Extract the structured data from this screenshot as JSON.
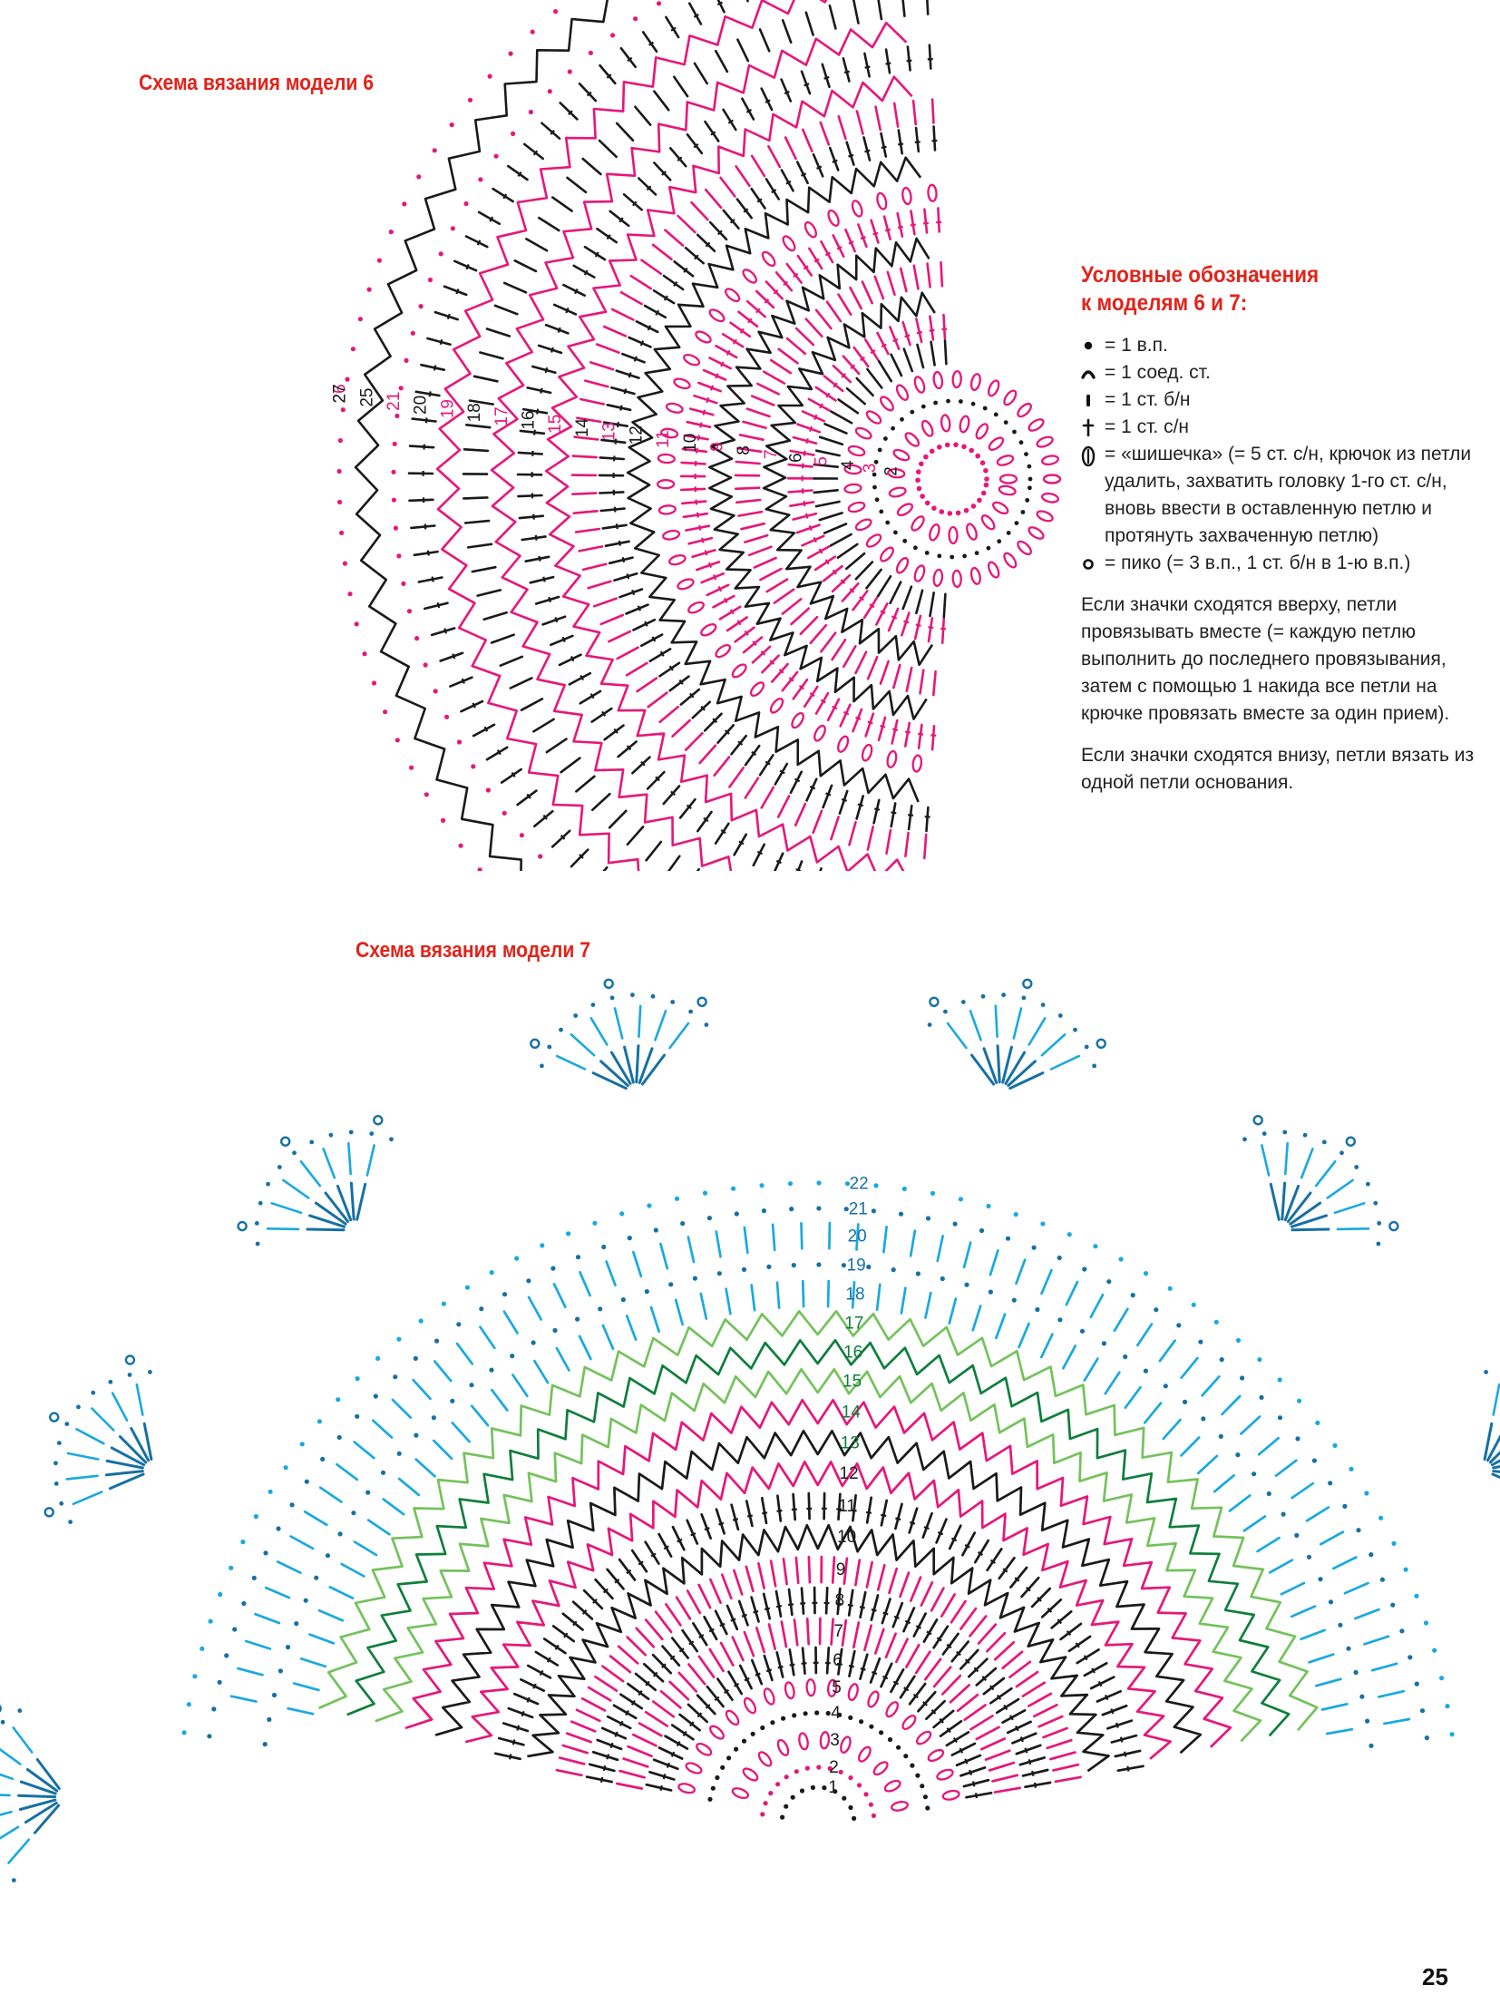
{
  "chart6": {
    "title": "Схема вязания модели 6",
    "row_labels": [
      "2",
      "3",
      "4",
      "5",
      "6",
      "7",
      "8",
      "9",
      "10",
      "11",
      "12",
      "13",
      "14",
      "15",
      "16",
      "17",
      "18",
      "19",
      "20",
      "21",
      "25",
      "26",
      "27"
    ]
  },
  "chart7": {
    "title": "Схема вязания модели 7",
    "row_labels": [
      "1",
      "2",
      "3",
      "4",
      "5",
      "6",
      "7",
      "8",
      "9",
      "10",
      "11",
      "12",
      "13",
      "14",
      "15",
      "16",
      "17",
      "18",
      "19",
      "20",
      "21",
      "22"
    ]
  },
  "legend": {
    "heading_line1": "Условные обозначения",
    "heading_line2": "к моделям 6 и 7:",
    "items": [
      {
        "icon": "chain-stitch-icon",
        "text": "= 1 в.п."
      },
      {
        "icon": "slip-stitch-icon",
        "text": "= 1 соед. ст."
      },
      {
        "icon": "single-crochet-icon",
        "text": "= 1 ст. б/н"
      },
      {
        "icon": "double-crochet-icon",
        "text": "= 1 ст. с/н"
      },
      {
        "icon": "bobble-icon",
        "text": "= «шишечка» (= 5 ст. с/н, крючок из петли удалить, захватить головку 1-го ст. с/н, вновь ввести в оставленную петлю и протянуть захваченную петлю)"
      },
      {
        "icon": "picot-icon",
        "text": "= пико (= 3 в.п., 1 ст. б/н в 1-ю в.п.)"
      }
    ],
    "note1": "Если значки сходятся вверху, петли провязывать вместе (= каждую петлю выполнить до последнего провязывания, затем с помощью 1 накида все петли на крючке провязать вместе за один прием).",
    "note2": "Если значки сходятся внизу, петли вязать из одной петли основания."
  },
  "colors": {
    "title_red": "#e2231a",
    "magenta": "#e6177a",
    "black": "#1a1a1a",
    "sky_blue": "#19a9e1",
    "deep_blue": "#1670a4",
    "light_green": "#74c25c",
    "dark_green": "#0e7f3b"
  },
  "page_number": "25"
}
